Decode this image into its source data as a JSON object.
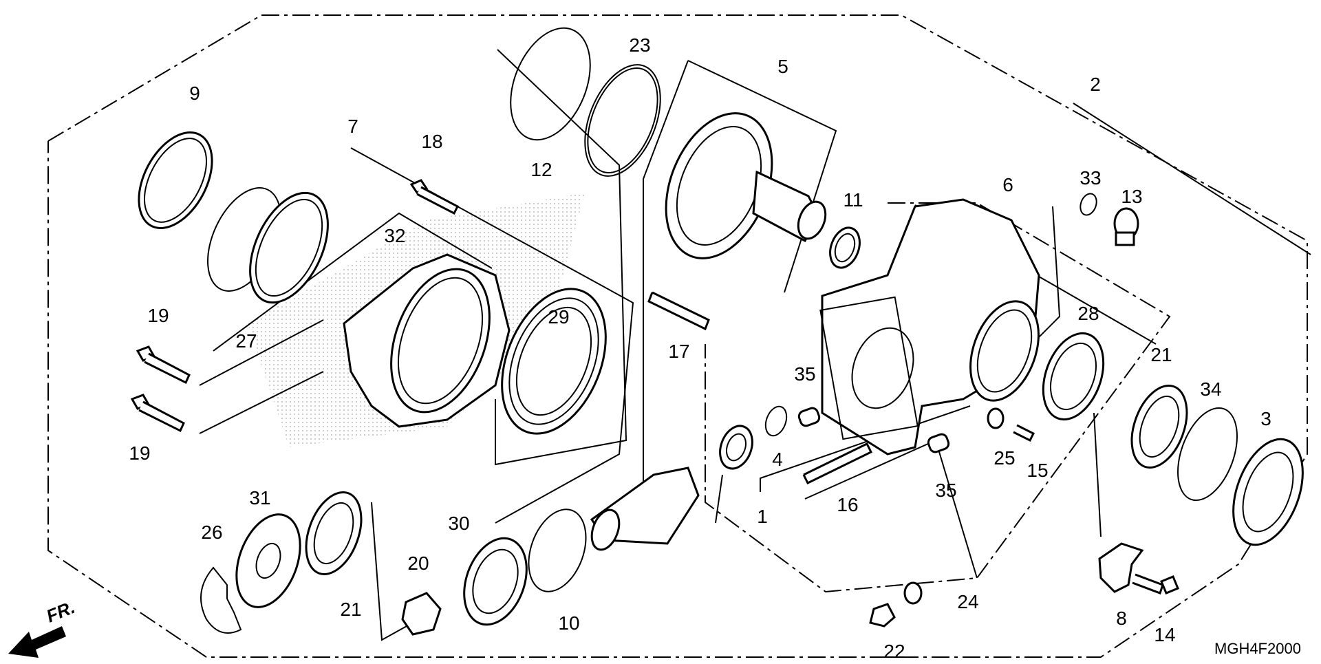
{
  "diagram": {
    "code": "MGH4F2000",
    "direction": "FR.",
    "callouts": [
      "1",
      "2",
      "3",
      "4",
      "5",
      "6",
      "7",
      "8",
      "9",
      "10",
      "11",
      "12",
      "13",
      "14",
      "15",
      "16",
      "17",
      "18",
      "19",
      "19",
      "20",
      "21",
      "21",
      "22",
      "23",
      "24",
      "25",
      "26",
      "27",
      "28",
      "29",
      "30",
      "31",
      "32",
      "33",
      "34",
      "35",
      "35"
    ]
  }
}
